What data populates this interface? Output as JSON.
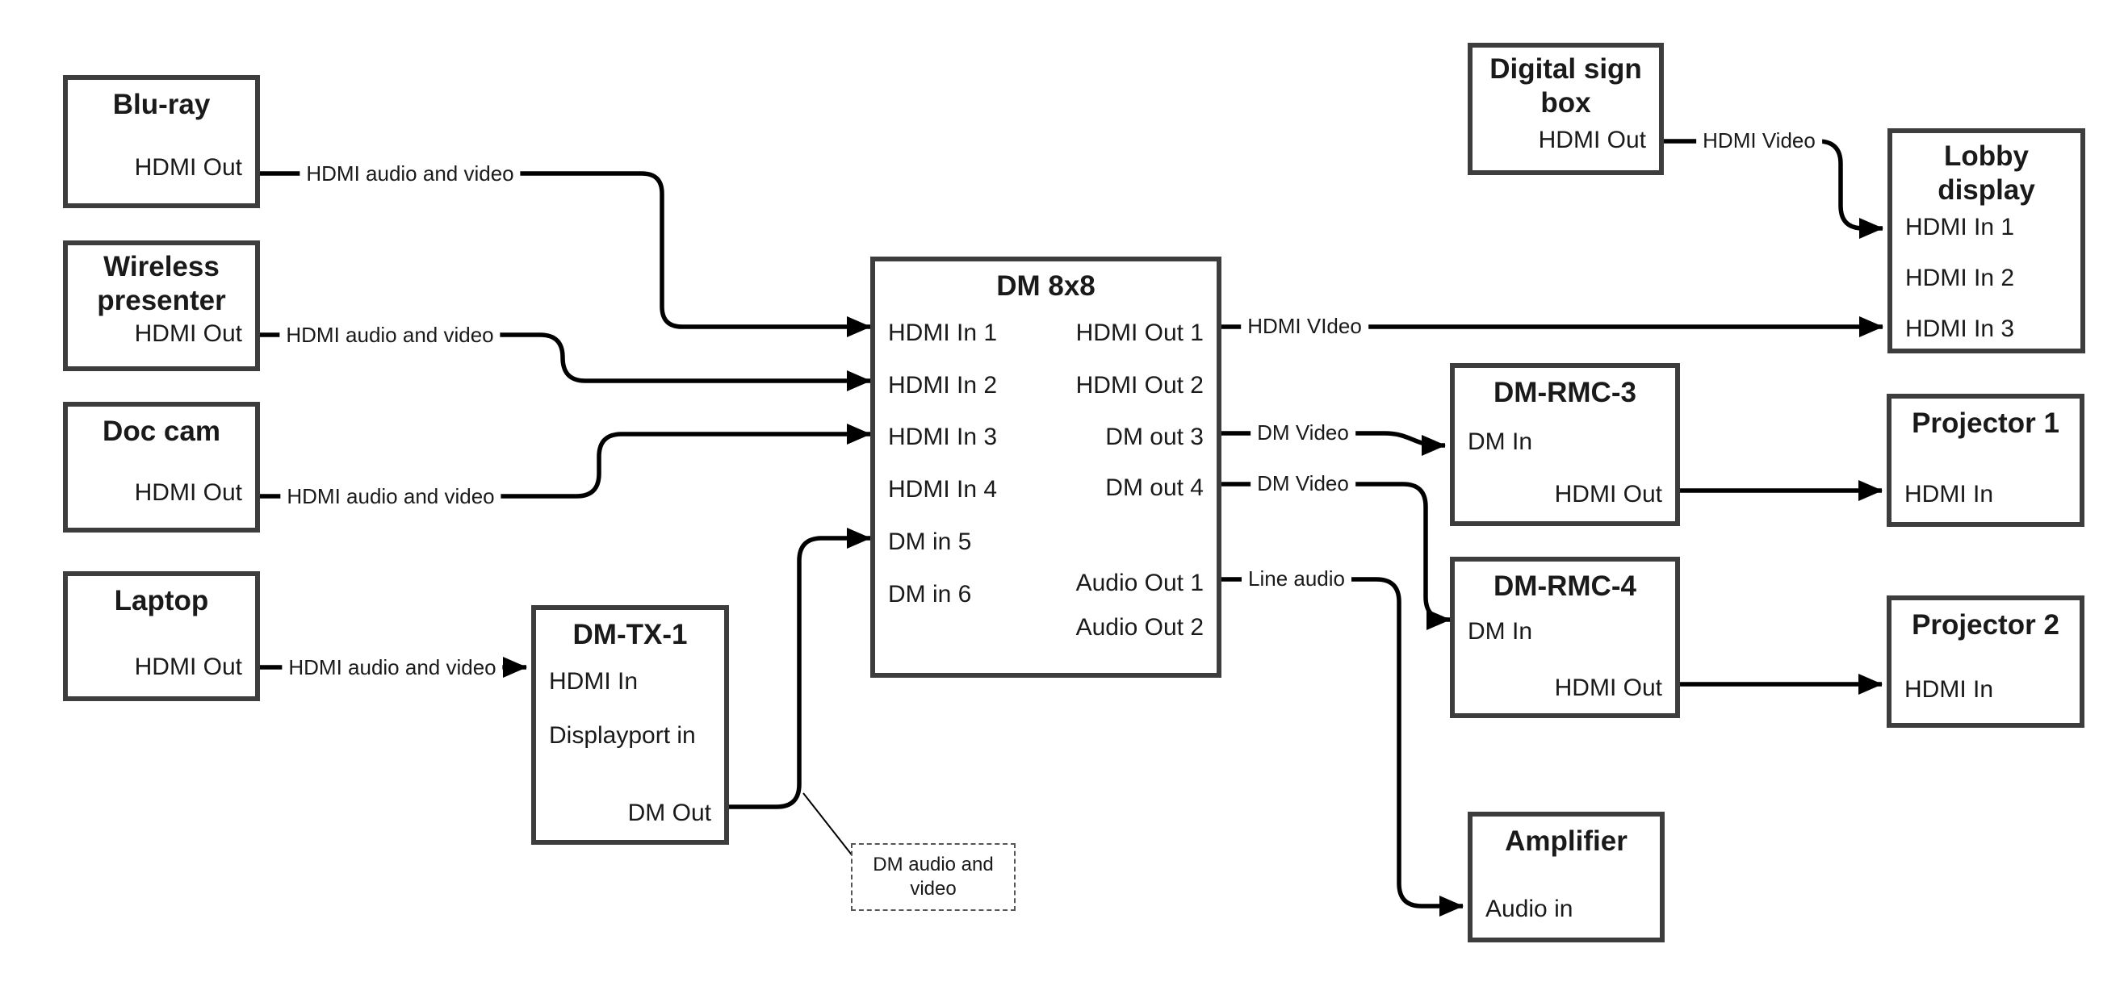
{
  "colors": {
    "connector_line": "#000000",
    "box_border": "#3d3d3d",
    "background": "#ffffff",
    "text": "#1a1a1a"
  },
  "nodes": {
    "bluray": {
      "title": "Blu-ray",
      "port_out": "HDMI Out"
    },
    "wireless": {
      "title": "Wireless presenter",
      "port_out": "HDMI Out"
    },
    "doccam": {
      "title": "Doc cam",
      "port_out": "HDMI Out"
    },
    "laptop": {
      "title": "Laptop",
      "port_out": "HDMI Out"
    },
    "dmtx1": {
      "title": "DM-TX-1",
      "port_hdmi_in": "HDMI In",
      "port_dp_in": "Displayport in",
      "port_dm_out": "DM Out"
    },
    "dm8x8": {
      "title": "DM 8x8",
      "in1": "HDMI In 1",
      "in2": "HDMI In 2",
      "in3": "HDMI In 3",
      "in4": "HDMI In 4",
      "in5": "DM in 5",
      "in6": "DM in 6",
      "out1": "HDMI Out 1",
      "out2": "HDMI Out 2",
      "out3": "DM out 3",
      "out4": "DM out 4",
      "aout1": "Audio Out 1",
      "aout2": "Audio Out 2"
    },
    "digitalsign": {
      "title": "Digital sign box",
      "port_out": "HDMI Out"
    },
    "lobby": {
      "title": "Lobby display",
      "in1": "HDMI In 1",
      "in2": "HDMI In 2",
      "in3": "HDMI In 3"
    },
    "dmrmc3": {
      "title": "DM-RMC-3",
      "dm_in": "DM In",
      "hdmi_out": "HDMI Out"
    },
    "dmrmc4": {
      "title": "DM-RMC-4",
      "dm_in": "DM In",
      "hdmi_out": "HDMI Out"
    },
    "proj1": {
      "title": "Projector 1",
      "hdmi_in": "HDMI In"
    },
    "proj2": {
      "title": "Projector 2",
      "hdmi_in": "HDMI In"
    },
    "amplifier": {
      "title": "Amplifier",
      "audio_in": "Audio in"
    }
  },
  "edge_labels": {
    "bluray_to_dm8x8": "HDMI audio and video",
    "wireless_to_dm8x8": "HDMI audio and video",
    "doccam_to_dm8x8": "HDMI audio and video",
    "laptop_to_dmtx1": "HDMI audio and video",
    "out1_to_lobby": "HDMI VIdeo",
    "out3_to_rmc3": "DM Video",
    "out4_to_rmc4": "DM Video",
    "audio_to_amp": "Line audio",
    "digitalsign_to_lobby": "HDMI Video"
  },
  "note": "DM audio and video"
}
